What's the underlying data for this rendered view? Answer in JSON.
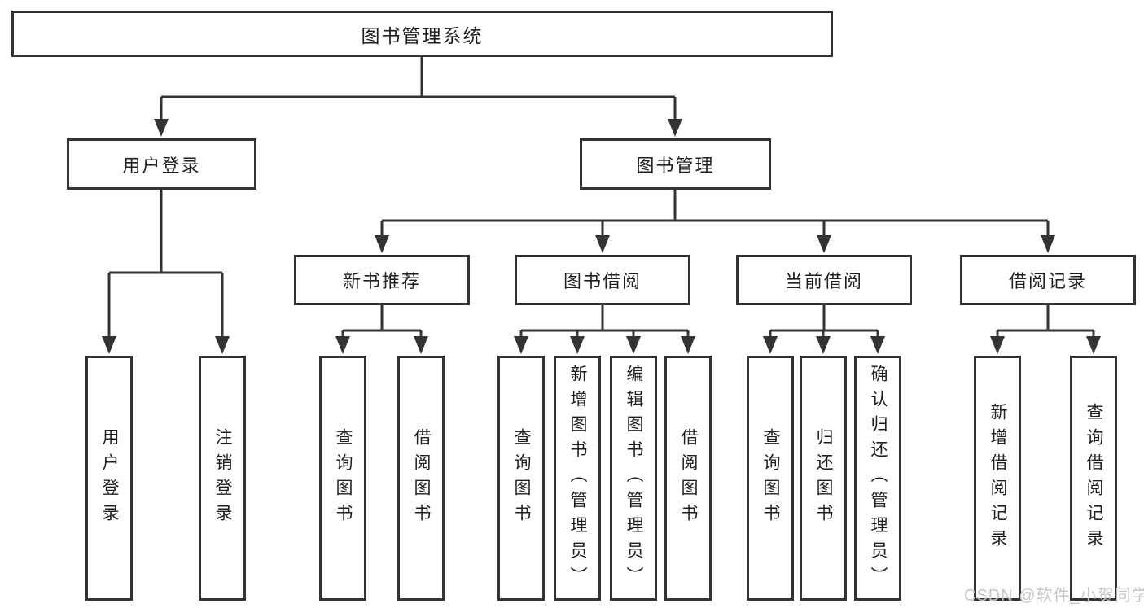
{
  "watermark": "CSDN @软件_小贺同学",
  "colors": {
    "line": "#333333",
    "text": "#1f1f1f",
    "background": "#ffffff",
    "watermark": "#c6c6c6"
  },
  "tree": {
    "label": "图书管理系统",
    "children": [
      {
        "label": "用户登录",
        "children": [
          {
            "label": "用户登录"
          },
          {
            "label": "注销登录"
          }
        ]
      },
      {
        "label": "图书管理",
        "children": [
          {
            "label": "新书推荐",
            "children": [
              {
                "label": "查询图书"
              },
              {
                "label": "借阅图书"
              }
            ]
          },
          {
            "label": "图书借阅",
            "children": [
              {
                "label": "查询图书"
              },
              {
                "label": "新增图书（管理员）"
              },
              {
                "label": "编辑图书（管理员）"
              },
              {
                "label": "借阅图书"
              }
            ]
          },
          {
            "label": "当前借阅",
            "children": [
              {
                "label": "查询图书"
              },
              {
                "label": "归还图书"
              },
              {
                "label": "确认归还（管理员）"
              }
            ]
          },
          {
            "label": "借阅记录",
            "children": [
              {
                "label": "新增借阅记录"
              },
              {
                "label": "查询借阅记录"
              }
            ]
          }
        ]
      }
    ]
  }
}
